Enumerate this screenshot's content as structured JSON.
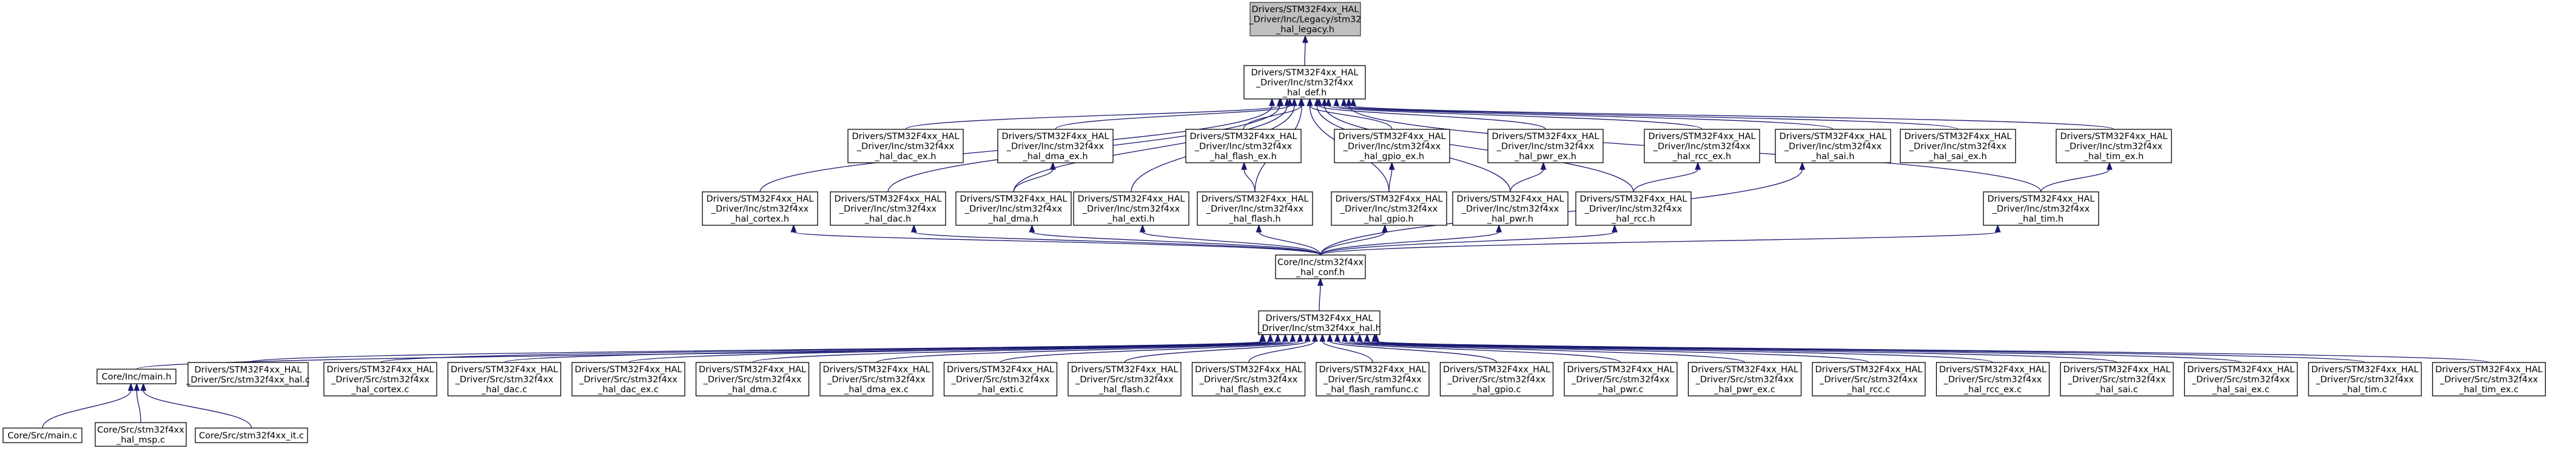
{
  "nodes": [
    {
      "id": "legacy",
      "lines": [
        "Drivers/STM32F4xx_HAL",
        "_Driver/Inc/Legacy/stm32",
        "_hal_legacy.h"
      ],
      "root": true
    },
    {
      "id": "def",
      "lines": [
        "Drivers/STM32F4xx_HAL",
        "_Driver/Inc/stm32f4xx",
        "_hal_def.h"
      ]
    },
    {
      "id": "dac_ex_h",
      "lines": [
        "Drivers/STM32F4xx_HAL",
        "_Driver/Inc/stm32f4xx",
        "_hal_dac_ex.h"
      ]
    },
    {
      "id": "dma_ex_h",
      "lines": [
        "Drivers/STM32F4xx_HAL",
        "_Driver/Inc/stm32f4xx",
        "_hal_dma_ex.h"
      ]
    },
    {
      "id": "flash_ex_h",
      "lines": [
        "Drivers/STM32F4xx_HAL",
        "_Driver/Inc/stm32f4xx",
        "_hal_flash_ex.h"
      ]
    },
    {
      "id": "gpio_ex_h",
      "lines": [
        "Drivers/STM32F4xx_HAL",
        "_Driver/Inc/stm32f4xx",
        "_hal_gpio_ex.h"
      ]
    },
    {
      "id": "pwr_ex_h",
      "lines": [
        "Drivers/STM32F4xx_HAL",
        "_Driver/Inc/stm32f4xx",
        "_hal_pwr_ex.h"
      ]
    },
    {
      "id": "rcc_ex_h",
      "lines": [
        "Drivers/STM32F4xx_HAL",
        "_Driver/Inc/stm32f4xx",
        "_hal_rcc_ex.h"
      ]
    },
    {
      "id": "sai_h",
      "lines": [
        "Drivers/STM32F4xx_HAL",
        "_Driver/Inc/stm32f4xx",
        "_hal_sai.h"
      ]
    },
    {
      "id": "sai_ex_h",
      "lines": [
        "Drivers/STM32F4xx_HAL",
        "_Driver/Inc/stm32f4xx",
        "_hal_sai_ex.h"
      ]
    },
    {
      "id": "tim_ex_h",
      "lines": [
        "Drivers/STM32F4xx_HAL",
        "_Driver/Inc/stm32f4xx",
        "_hal_tim_ex.h"
      ]
    },
    {
      "id": "cortex_h",
      "lines": [
        "Drivers/STM32F4xx_HAL",
        "_Driver/Inc/stm32f4xx",
        "_hal_cortex.h"
      ]
    },
    {
      "id": "dac_h",
      "lines": [
        "Drivers/STM32F4xx_HAL",
        "_Driver/Inc/stm32f4xx",
        "_hal_dac.h"
      ]
    },
    {
      "id": "dma_h",
      "lines": [
        "Drivers/STM32F4xx_HAL",
        "_Driver/Inc/stm32f4xx",
        "_hal_dma.h"
      ]
    },
    {
      "id": "exti_h",
      "lines": [
        "Drivers/STM32F4xx_HAL",
        "_Driver/Inc/stm32f4xx",
        "_hal_exti.h"
      ]
    },
    {
      "id": "flash_h",
      "lines": [
        "Drivers/STM32F4xx_HAL",
        "_Driver/Inc/stm32f4xx",
        "_hal_flash.h"
      ]
    },
    {
      "id": "gpio_h",
      "lines": [
        "Drivers/STM32F4xx_HAL",
        "_Driver/Inc/stm32f4xx",
        "_hal_gpio.h"
      ]
    },
    {
      "id": "pwr_h",
      "lines": [
        "Drivers/STM32F4xx_HAL",
        "_Driver/Inc/stm32f4xx",
        "_hal_pwr.h"
      ]
    },
    {
      "id": "rcc_h",
      "lines": [
        "Drivers/STM32F4xx_HAL",
        "_Driver/Inc/stm32f4xx",
        "_hal_rcc.h"
      ]
    },
    {
      "id": "tim_h",
      "lines": [
        "Drivers/STM32F4xx_HAL",
        "_Driver/Inc/stm32f4xx",
        "_hal_tim.h"
      ]
    },
    {
      "id": "conf",
      "lines": [
        "Core/Inc/stm32f4xx",
        "_hal_conf.h"
      ]
    },
    {
      "id": "hal_h",
      "lines": [
        "Drivers/STM32F4xx_HAL",
        "_Driver/Inc/stm32f4xx_hal.h"
      ]
    },
    {
      "id": "main_h",
      "lines": [
        "Core/Inc/main.h"
      ]
    },
    {
      "id": "hal_c",
      "lines": [
        "Drivers/STM32F4xx_HAL",
        "_Driver/Src/stm32f4xx_hal.c"
      ]
    },
    {
      "id": "cortex_c",
      "lines": [
        "Drivers/STM32F4xx_HAL",
        "_Driver/Src/stm32f4xx",
        "_hal_cortex.c"
      ]
    },
    {
      "id": "dac_c",
      "lines": [
        "Drivers/STM32F4xx_HAL",
        "_Driver/Src/stm32f4xx",
        "_hal_dac.c"
      ]
    },
    {
      "id": "dac_ex_c",
      "lines": [
        "Drivers/STM32F4xx_HAL",
        "_Driver/Src/stm32f4xx",
        "_hal_dac_ex.c"
      ]
    },
    {
      "id": "dma_c",
      "lines": [
        "Drivers/STM32F4xx_HAL",
        "_Driver/Src/stm32f4xx",
        "_hal_dma.c"
      ]
    },
    {
      "id": "dma_ex_c",
      "lines": [
        "Drivers/STM32F4xx_HAL",
        "_Driver/Src/stm32f4xx",
        "_hal_dma_ex.c"
      ]
    },
    {
      "id": "exti_c",
      "lines": [
        "Drivers/STM32F4xx_HAL",
        "_Driver/Src/stm32f4xx",
        "_hal_exti.c"
      ]
    },
    {
      "id": "flash_c",
      "lines": [
        "Drivers/STM32F4xx_HAL",
        "_Driver/Src/stm32f4xx",
        "_hal_flash.c"
      ]
    },
    {
      "id": "flash_ex_c",
      "lines": [
        "Drivers/STM32F4xx_HAL",
        "_Driver/Src/stm32f4xx",
        "_hal_flash_ex.c"
      ]
    },
    {
      "id": "flash_ramfunc_c",
      "lines": [
        "Drivers/STM32F4xx_HAL",
        "_Driver/Src/stm32f4xx",
        "_hal_flash_ramfunc.c"
      ]
    },
    {
      "id": "gpio_c",
      "lines": [
        "Drivers/STM32F4xx_HAL",
        "_Driver/Src/stm32f4xx",
        "_hal_gpio.c"
      ]
    },
    {
      "id": "pwr_c",
      "lines": [
        "Drivers/STM32F4xx_HAL",
        "_Driver/Src/stm32f4xx",
        "_hal_pwr.c"
      ]
    },
    {
      "id": "pwr_ex_c",
      "lines": [
        "Drivers/STM32F4xx_HAL",
        "_Driver/Src/stm32f4xx",
        "_hal_pwr_ex.c"
      ]
    },
    {
      "id": "rcc_c",
      "lines": [
        "Drivers/STM32F4xx_HAL",
        "_Driver/Src/stm32f4xx",
        "_hal_rcc.c"
      ]
    },
    {
      "id": "rcc_ex_c",
      "lines": [
        "Drivers/STM32F4xx_HAL",
        "_Driver/Src/stm32f4xx",
        "_hal_rcc_ex.c"
      ]
    },
    {
      "id": "sai_c",
      "lines": [
        "Drivers/STM32F4xx_HAL",
        "_Driver/Src/stm32f4xx",
        "_hal_sai.c"
      ]
    },
    {
      "id": "sai_ex_c",
      "lines": [
        "Drivers/STM32F4xx_HAL",
        "_Driver/Src/stm32f4xx",
        "_hal_sai_ex.c"
      ]
    },
    {
      "id": "tim_c",
      "lines": [
        "Drivers/STM32F4xx_HAL",
        "_Driver/Src/stm32f4xx",
        "_hal_tim.c"
      ]
    },
    {
      "id": "tim_ex_c",
      "lines": [
        "Drivers/STM32F4xx_HAL",
        "_Driver/Src/stm32f4xx",
        "_hal_tim_ex.c"
      ]
    },
    {
      "id": "main_c",
      "lines": [
        "Core/Src/main.c"
      ]
    },
    {
      "id": "msp_c",
      "lines": [
        "Core/Src/stm32f4xx",
        "_hal_msp.c"
      ]
    },
    {
      "id": "it_c",
      "lines": [
        "Core/Src/stm32f4xx_it.c"
      ]
    }
  ],
  "edges": [
    [
      "def",
      "legacy"
    ],
    [
      "dac_ex_h",
      "def"
    ],
    [
      "dma_ex_h",
      "def"
    ],
    [
      "flash_ex_h",
      "def"
    ],
    [
      "gpio_ex_h",
      "def"
    ],
    [
      "pwr_ex_h",
      "def"
    ],
    [
      "rcc_ex_h",
      "def"
    ],
    [
      "sai_h",
      "def"
    ],
    [
      "sai_ex_h",
      "def"
    ],
    [
      "tim_ex_h",
      "def"
    ],
    [
      "cortex_h",
      "def"
    ],
    [
      "dac_h",
      "def"
    ],
    [
      "dma_h",
      "def"
    ],
    [
      "exti_h",
      "def"
    ],
    [
      "flash_h",
      "def"
    ],
    [
      "gpio_h",
      "def"
    ],
    [
      "pwr_h",
      "def"
    ],
    [
      "rcc_h",
      "def"
    ],
    [
      "tim_h",
      "def"
    ],
    [
      "dma_h",
      "dma_ex_h"
    ],
    [
      "flash_h",
      "flash_ex_h"
    ],
    [
      "gpio_h",
      "gpio_ex_h"
    ],
    [
      "pwr_h",
      "pwr_ex_h"
    ],
    [
      "rcc_h",
      "rcc_ex_h"
    ],
    [
      "tim_h",
      "tim_ex_h"
    ],
    [
      "conf",
      "cortex_h"
    ],
    [
      "conf",
      "dac_h"
    ],
    [
      "conf",
      "dma_h"
    ],
    [
      "conf",
      "exti_h"
    ],
    [
      "conf",
      "flash_h"
    ],
    [
      "conf",
      "gpio_h"
    ],
    [
      "conf",
      "pwr_h"
    ],
    [
      "conf",
      "rcc_h"
    ],
    [
      "conf",
      "sai_h"
    ],
    [
      "conf",
      "tim_h"
    ],
    [
      "hal_h",
      "conf"
    ],
    [
      "main_h",
      "hal_h"
    ],
    [
      "hal_c",
      "hal_h"
    ],
    [
      "cortex_c",
      "hal_h"
    ],
    [
      "dac_c",
      "hal_h"
    ],
    [
      "dac_ex_c",
      "hal_h"
    ],
    [
      "dma_c",
      "hal_h"
    ],
    [
      "dma_ex_c",
      "hal_h"
    ],
    [
      "exti_c",
      "hal_h"
    ],
    [
      "flash_c",
      "hal_h"
    ],
    [
      "flash_ex_c",
      "hal_h"
    ],
    [
      "flash_ramfunc_c",
      "hal_h"
    ],
    [
      "gpio_c",
      "hal_h"
    ],
    [
      "pwr_c",
      "hal_h"
    ],
    [
      "pwr_ex_c",
      "hal_h"
    ],
    [
      "rcc_c",
      "hal_h"
    ],
    [
      "rcc_ex_c",
      "hal_h"
    ],
    [
      "sai_c",
      "hal_h"
    ],
    [
      "sai_ex_c",
      "hal_h"
    ],
    [
      "tim_c",
      "hal_h"
    ],
    [
      "tim_ex_c",
      "hal_h"
    ],
    [
      "main_c",
      "main_h"
    ],
    [
      "msp_c",
      "main_h"
    ],
    [
      "it_c",
      "main_h"
    ]
  ]
}
